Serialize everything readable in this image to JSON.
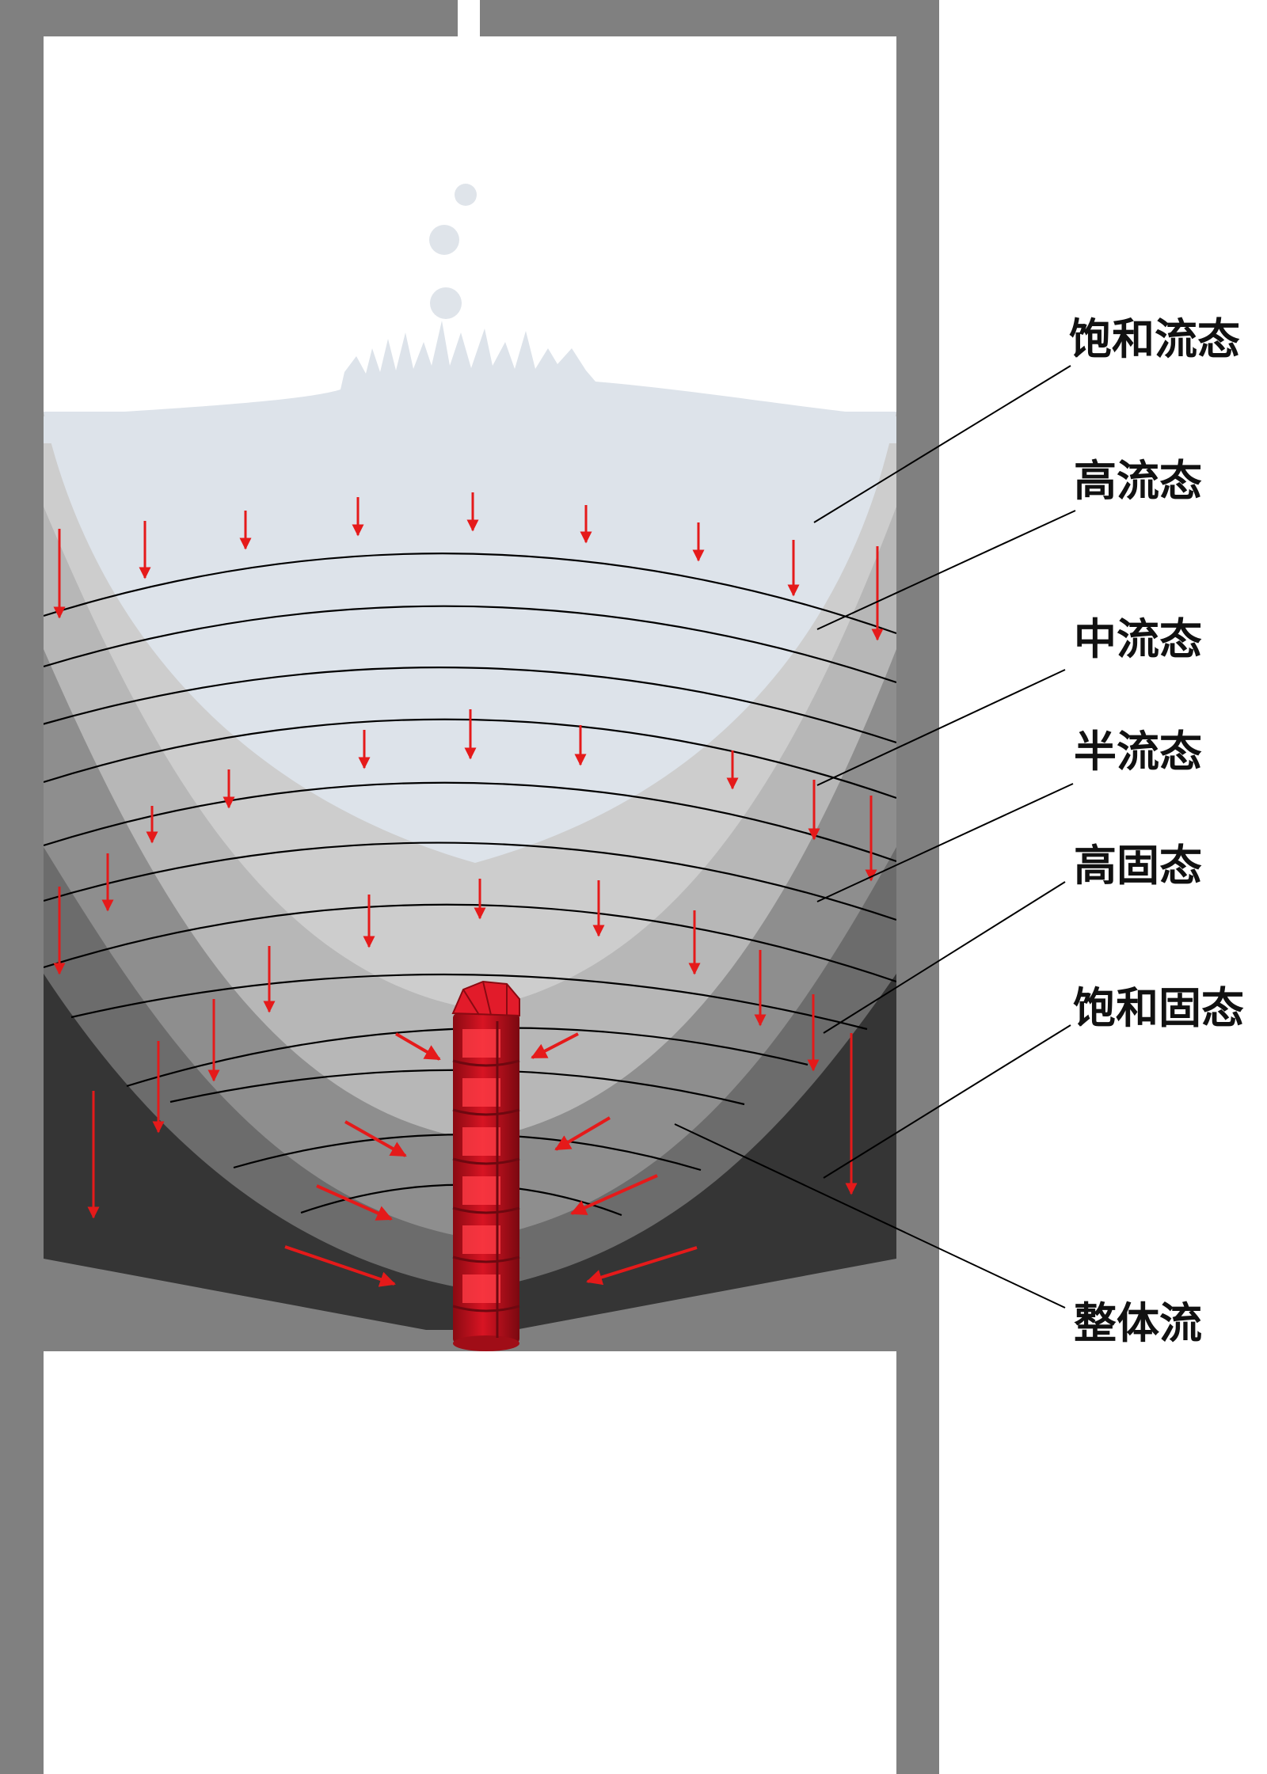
{
  "labels": {
    "saturated_flow": "饱和流态",
    "high_flow": "高流态",
    "medium_flow": "中流态",
    "semi_flow": "半流态",
    "high_solid": "高固态",
    "saturated_solid": "饱和固态",
    "overall_flow": "整体流"
  },
  "colors": {
    "wall": "#808080",
    "saturated_flow": "#dde3ea",
    "high_flow": "#cdcdcd",
    "medium_flow": "#b7b7b7",
    "semi_flow": "#8e8e8e",
    "high_solid": "#6c6c6c",
    "saturated_solid": "#353535",
    "core": "#c8101c",
    "arrow": "#e51a1a",
    "leader": "#000000"
  },
  "icons": {
    "drainage_core": "perforated-cylinder-icon",
    "flow_arrow": "arrow-icon",
    "bubble": "circle-icon"
  }
}
